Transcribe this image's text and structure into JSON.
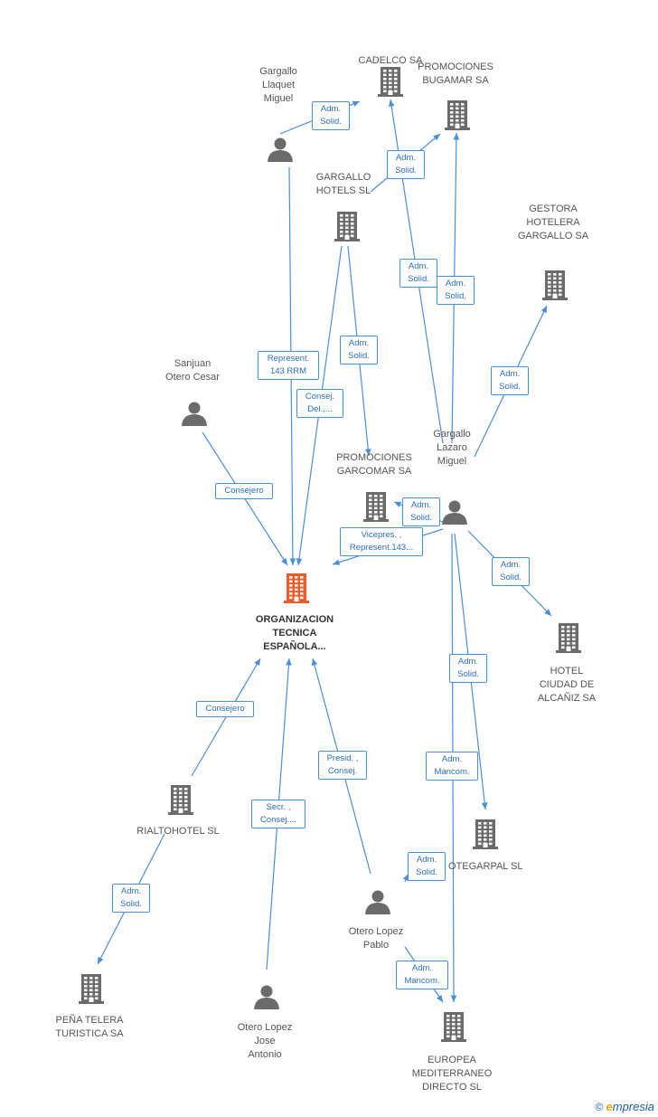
{
  "colors": {
    "edge": "#4a8fd9",
    "node": "#6b6b6b",
    "highlight": "#f05a28"
  },
  "nodes": [
    {
      "id": "cadelco",
      "kind": "company",
      "label": "CADELCO SA"
    },
    {
      "id": "bugamar",
      "kind": "company",
      "label": "PROMOCIONES\nBUGAMAR SA"
    },
    {
      "id": "llaquet",
      "kind": "person",
      "label": "Gargallo\nLlaquet\nMiguel"
    },
    {
      "id": "hotels",
      "kind": "company",
      "label": "GARGALLO\nHOTELS SL"
    },
    {
      "id": "gestora",
      "kind": "company",
      "label": "GESTORA\nHOTELERA\nGARGALLO SA"
    },
    {
      "id": "sanjuan",
      "kind": "person",
      "label": "Sanjuan\nOtero Cesar"
    },
    {
      "id": "garcomar",
      "kind": "company",
      "label": "PROMOCIONES\nGARCOMAR SA"
    },
    {
      "id": "lazaro",
      "kind": "person",
      "label": "Gargallo\nLazaro\nMiguel"
    },
    {
      "id": "main",
      "kind": "company",
      "label": "ORGANIZACION\nTECNICA\nESPAÑOLA...",
      "highlight": true
    },
    {
      "id": "alcaniz",
      "kind": "company",
      "label": "HOTEL\nCIUDAD DE\nALCAÑIZ SA"
    },
    {
      "id": "rialto",
      "kind": "company",
      "label": "RIALTOHOTEL SL"
    },
    {
      "id": "otegarpal",
      "kind": "company",
      "label": "OTEGARPAL SL"
    },
    {
      "id": "pablo",
      "kind": "person",
      "label": "Otero Lopez\nPablo"
    },
    {
      "id": "penya",
      "kind": "company",
      "label": "PEÑA TELERA\nTURISTICA SA"
    },
    {
      "id": "jose",
      "kind": "person",
      "label": "Otero Lopez\nJose\nAntonio"
    },
    {
      "id": "europea",
      "kind": "company",
      "label": "EUROPEA\nMEDITERRANEO\nDIRECTO SL"
    }
  ],
  "edges": [
    {
      "id": "e1",
      "from": "llaquet",
      "to": "cadelco",
      "label": "Adm.\nSolid."
    },
    {
      "id": "e2",
      "from": "hotels",
      "to": "bugamar",
      "label": "Adm.\nSolid."
    },
    {
      "id": "e3",
      "from": "lazaro",
      "to": "cadelco",
      "label": "Adm.\nSolid."
    },
    {
      "id": "e4",
      "from": "lazaro",
      "to": "bugamar",
      "label": "Adm.\nSolid."
    },
    {
      "id": "e5",
      "from": "lazaro",
      "to": "gestora",
      "label": "Adm.\nSolid."
    },
    {
      "id": "e6",
      "from": "llaquet",
      "to": "main",
      "label": "Represent.\n143 RRM"
    },
    {
      "id": "e7",
      "from": "hotels",
      "to": "garcomar",
      "label": "Adm.\nSolid."
    },
    {
      "id": "e8",
      "from": "hotels",
      "to": "main",
      "label": "Consej.\nDel.,..."
    },
    {
      "id": "e9",
      "from": "sanjuan",
      "to": "main",
      "label": "Consejero"
    },
    {
      "id": "e10",
      "from": "lazaro",
      "to": "garcomar",
      "label": "Adm.\nSolid."
    },
    {
      "id": "e11",
      "from": "lazaro",
      "to": "main",
      "label": "Vicepres. ,\nRepresent.143..."
    },
    {
      "id": "e12",
      "from": "lazaro",
      "to": "alcaniz",
      "label": "Adm.\nSolid."
    },
    {
      "id": "e13",
      "from": "lazaro",
      "to": "otegarpal",
      "label": "Adm.\nSolid."
    },
    {
      "id": "e14",
      "from": "lazaro",
      "to": "europea",
      "label": "Adm.\nMancom."
    },
    {
      "id": "e15",
      "from": "rialto",
      "to": "main",
      "label": "Consejero"
    },
    {
      "id": "e16",
      "from": "pablo",
      "to": "main",
      "label": "Presid. ,\nConsej."
    },
    {
      "id": "e17",
      "from": "jose",
      "to": "main",
      "label": "Secr. ,\nConsej...."
    },
    {
      "id": "e18",
      "from": "rialto",
      "to": "penya",
      "label": "Adm.\nSolid."
    },
    {
      "id": "e19",
      "from": "pablo",
      "to": "otegarpal",
      "label": "Adm.\nSolid."
    },
    {
      "id": "e20",
      "from": "pablo",
      "to": "europea",
      "label": "Adm.\nMancom."
    }
  ],
  "brand": {
    "copyright": "©",
    "initial": "e",
    "name": "mpresia"
  }
}
